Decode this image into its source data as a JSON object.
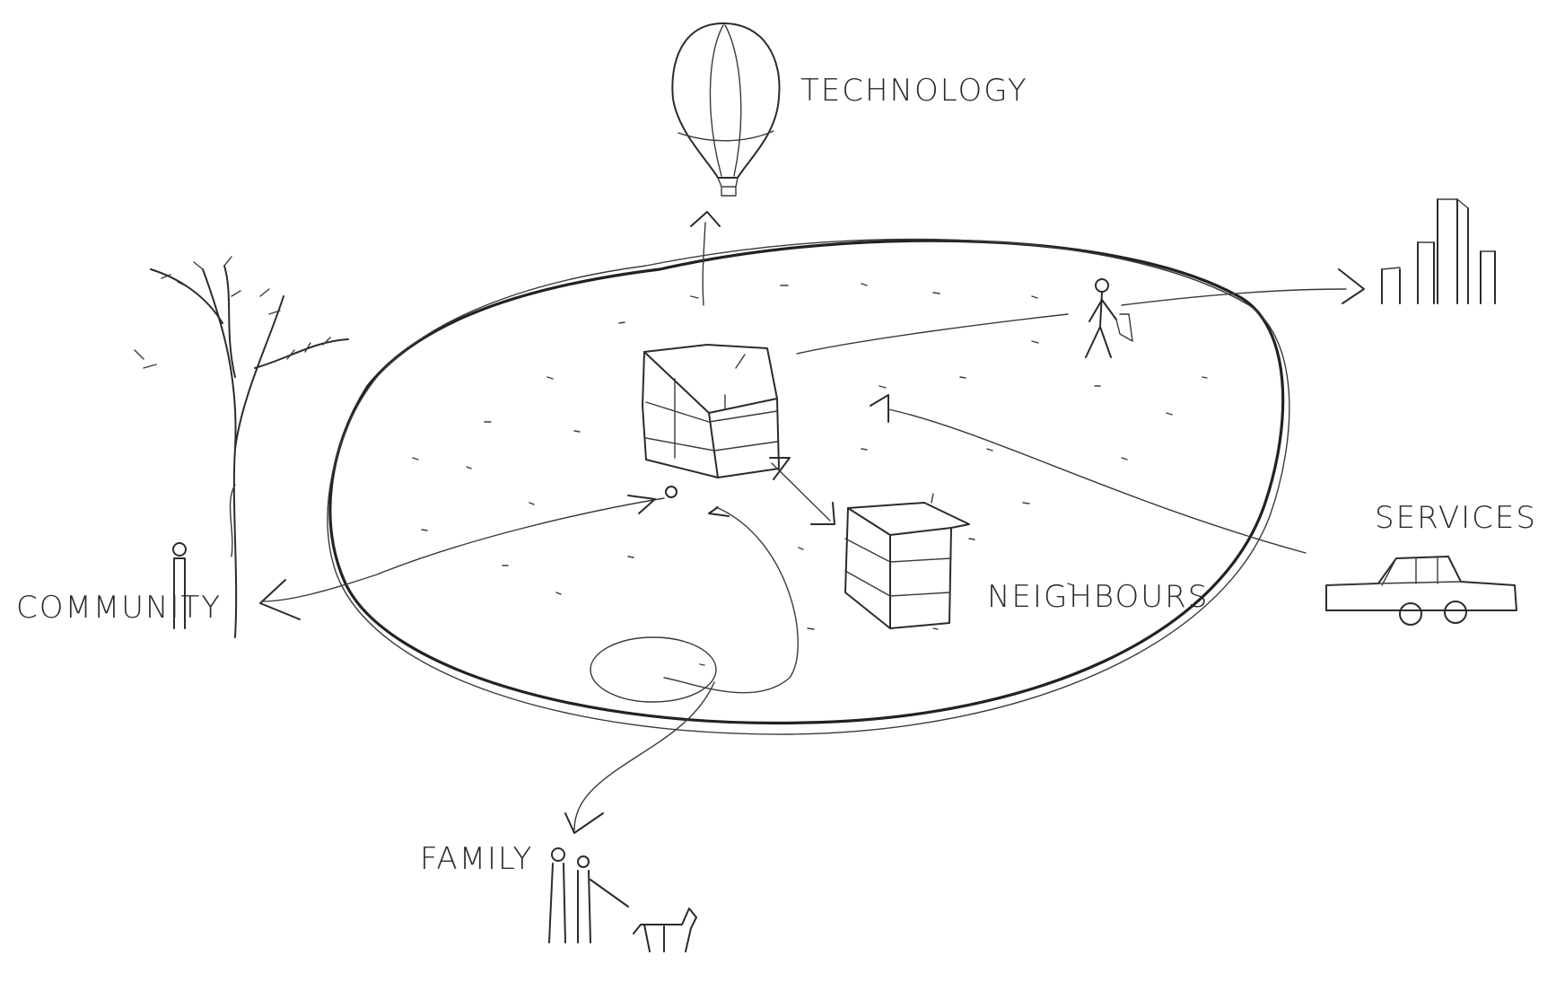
{
  "labels": {
    "technology": "TECHNOLOGY",
    "services": "SERVICES",
    "community": "COMMUNITY",
    "neighbours": "NEIGHBOURS",
    "family": "FAMILY"
  },
  "colors": {
    "ink": "#2b2b2b",
    "paper": "#ffffff"
  }
}
